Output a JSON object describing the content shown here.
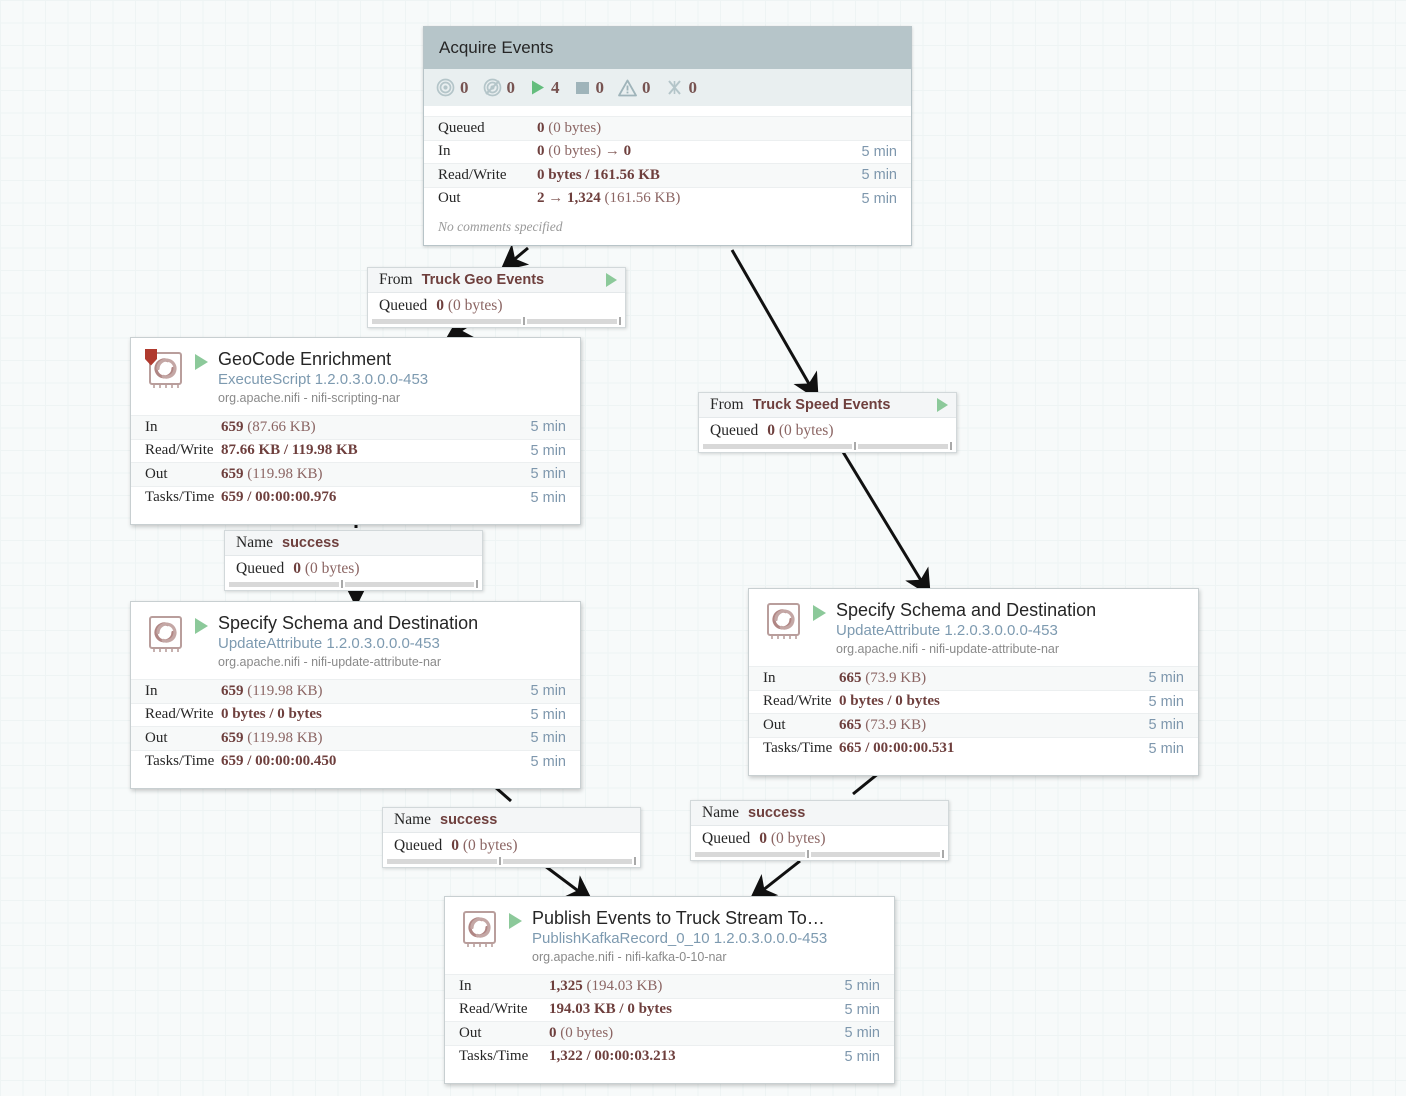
{
  "canvas": {
    "background": "#f7fafa",
    "grid_color": "#e3ebeb"
  },
  "process_group": {
    "name": "Acquire Events",
    "status_counts": [
      {
        "icon": "transmitting-icon",
        "value": "0"
      },
      {
        "icon": "not-transmitting-icon",
        "value": "0"
      },
      {
        "icon": "running-icon",
        "value": "4"
      },
      {
        "icon": "stopped-icon",
        "value": "0"
      },
      {
        "icon": "invalid-icon",
        "value": "0"
      },
      {
        "icon": "disabled-icon",
        "value": "0"
      }
    ],
    "stats": [
      {
        "label": "Queued",
        "value": "0 (0 bytes)",
        "time": ""
      },
      {
        "label": "In",
        "value": "0 (0 bytes) → 0",
        "time": "5 min"
      },
      {
        "label": "Read/Write",
        "value": "0 bytes / 161.56 KB",
        "time": "5 min"
      },
      {
        "label": "Out",
        "value": "2 → 1,324 (161.56 KB)",
        "time": "5 min"
      }
    ],
    "comment": "No comments specified"
  },
  "processors": [
    {
      "id": "geocode-enrichment",
      "name": "GeoCode Enrichment",
      "type": "ExecuteScript 1.2.0.3.0.0.0-453",
      "bundle": "org.apache.nifi - nifi-scripting-nar",
      "has_bulletin": true,
      "state": "running",
      "stats": [
        {
          "label": "In",
          "value": "659 (87.66 KB)",
          "time": "5 min"
        },
        {
          "label": "Read/Write",
          "value": "87.66 KB / 119.98 KB",
          "time": "5 min"
        },
        {
          "label": "Out",
          "value": "659 (119.98 KB)",
          "time": "5 min"
        },
        {
          "label": "Tasks/Time",
          "value": "659 / 00:00:00.976",
          "time": "5 min"
        }
      ]
    },
    {
      "id": "specify-schema-left",
      "name": "Specify Schema and Destination",
      "type": "UpdateAttribute 1.2.0.3.0.0.0-453",
      "bundle": "org.apache.nifi - nifi-update-attribute-nar",
      "has_bulletin": false,
      "state": "running",
      "stats": [
        {
          "label": "In",
          "value": "659 (119.98 KB)",
          "time": "5 min"
        },
        {
          "label": "Read/Write",
          "value": "0 bytes / 0 bytes",
          "time": "5 min"
        },
        {
          "label": "Out",
          "value": "659 (119.98 KB)",
          "time": "5 min"
        },
        {
          "label": "Tasks/Time",
          "value": "659 / 00:00:00.450",
          "time": "5 min"
        }
      ]
    },
    {
      "id": "specify-schema-right",
      "name": "Specify Schema and Destination",
      "type": "UpdateAttribute 1.2.0.3.0.0.0-453",
      "bundle": "org.apache.nifi - nifi-update-attribute-nar",
      "has_bulletin": false,
      "state": "running",
      "stats": [
        {
          "label": "In",
          "value": "665 (73.9 KB)",
          "time": "5 min"
        },
        {
          "label": "Read/Write",
          "value": "0 bytes / 0 bytes",
          "time": "5 min"
        },
        {
          "label": "Out",
          "value": "665 (73.9 KB)",
          "time": "5 min"
        },
        {
          "label": "Tasks/Time",
          "value": "665 / 00:00:00.531",
          "time": "5 min"
        }
      ]
    },
    {
      "id": "publish-kafka",
      "name": "Publish Events to Truck Stream To…",
      "type": "PublishKafkaRecord_0_10 1.2.0.3.0.0.0-453",
      "bundle": "org.apache.nifi - nifi-kafka-0-10-nar",
      "has_bulletin": false,
      "state": "running",
      "stats": [
        {
          "label": "In",
          "value": "1,325 (194.03 KB)",
          "time": "5 min"
        },
        {
          "label": "Read/Write",
          "value": "194.03 KB / 0 bytes",
          "time": "5 min"
        },
        {
          "label": "Out",
          "value": "0 (0 bytes)",
          "time": "5 min"
        },
        {
          "label": "Tasks/Time",
          "value": "1,322 / 00:00:03.213",
          "time": "5 min"
        }
      ]
    }
  ],
  "connections": [
    {
      "id": "truck-geo-events",
      "key_label": "From",
      "name": "Truck Geo Events",
      "queued_label": "Queued",
      "queued_value": "0 (0 bytes)"
    },
    {
      "id": "truck-speed-events",
      "key_label": "From",
      "name": "Truck Speed Events",
      "queued_label": "Queued",
      "queued_value": "0 (0 bytes)"
    },
    {
      "id": "geocode-success",
      "key_label": "Name",
      "name": "success",
      "queued_label": "Queued",
      "queued_value": "0 (0 bytes)"
    },
    {
      "id": "schema-left-success",
      "key_label": "Name",
      "name": "success",
      "queued_label": "Queued",
      "queued_value": "0 (0 bytes)"
    },
    {
      "id": "schema-right-success",
      "key_label": "Name",
      "name": "success",
      "queued_label": "Queued",
      "queued_value": "0 (0 bytes)"
    }
  ]
}
